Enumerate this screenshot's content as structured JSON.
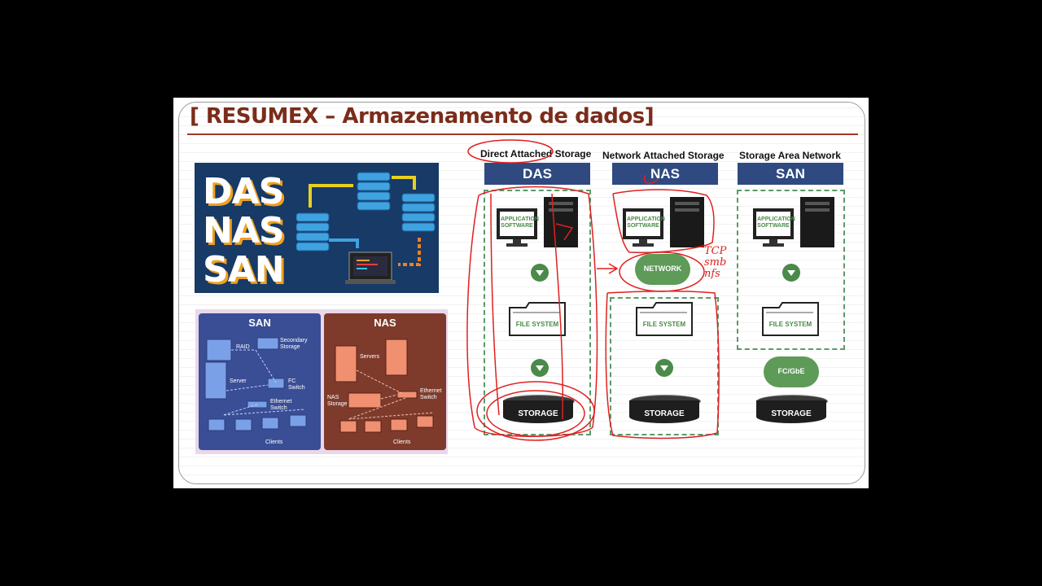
{
  "slide": {
    "title": "[ RESUMEX – Armazenamento de dados]"
  },
  "thumbnail1": {
    "words": [
      "DAS",
      "NAS",
      "SAN"
    ]
  },
  "thumbnail2": {
    "san": {
      "title": "SAN",
      "labels": [
        "RAID",
        "Secondary Storage",
        "Server",
        "FC Switch",
        "Ethernet Switch",
        "Clients"
      ]
    },
    "nas": {
      "title": "NAS",
      "labels": [
        "Servers",
        "NAS Storage",
        "Ethernet Switch",
        "Clients"
      ]
    }
  },
  "columns": [
    {
      "heading": "Direct Attached Storage",
      "abbr": "DAS",
      "app_label": "APPLICATION SOFTWARE",
      "fs_label": "FILE SYSTEM",
      "storage_label": "STORAGE"
    },
    {
      "heading": "Network Attached Storage",
      "abbr": "NAS",
      "app_label": "APPLICATION SOFTWARE",
      "network_label": "NETWORK",
      "fs_label": "FILE SYSTEM",
      "storage_label": "STORAGE"
    },
    {
      "heading": "Storage Area Network",
      "abbr": "SAN",
      "app_label": "APPLICATION SOFTWARE",
      "fs_label": "FILE SYSTEM",
      "network_label": "FC/GbE",
      "storage_label": "STORAGE"
    }
  ],
  "annotations": {
    "protocol_notes": [
      "TCP",
      "smb",
      "nfs"
    ]
  },
  "colors": {
    "title": "#7b2c1a",
    "header_bar": "#2f4a80",
    "ink_red": "#e02020",
    "green": "#5e9a58"
  }
}
